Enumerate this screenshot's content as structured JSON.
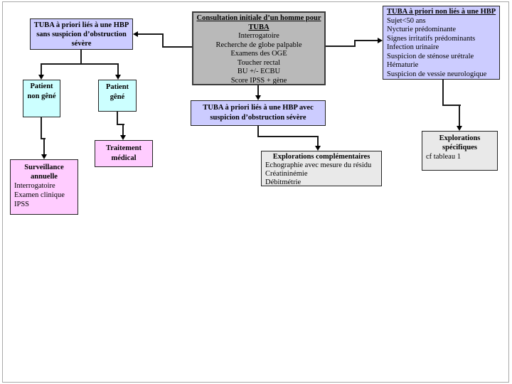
{
  "boxes": {
    "consultation": {
      "title": "Consultation initiale  d’un homme pour TUBA",
      "lines": [
        "Interrogatoire",
        "Recherche de globe palpable",
        "Examens des OGE",
        "Toucher rectal",
        "BU +/- ECBU",
        "Score IPSS + gène"
      ]
    },
    "tuba_hbp_sans_obstruction": {
      "title": "TUBA à priori liés à une HBP sans suspicion d’obstruction sévère"
    },
    "tuba_non_hbp": {
      "title": "TUBA à priori non liés à une HBP",
      "lines": [
        "Sujet<50 ans",
        "Nycturie prédominante",
        "Signes irritatifs prédominants",
        "Infection urinaire",
        "Suspicion de sténose urétrale",
        "Hématurie",
        "Suspicion de vessie neurologique"
      ]
    },
    "patient_non_gene": {
      "title": "Patient non gêné"
    },
    "patient_gene": {
      "title": "Patient gêné"
    },
    "traitement_medical": {
      "title": "Traitement médical"
    },
    "surveillance": {
      "title": "Surveillance annuelle",
      "lines": [
        "Interrogatoire",
        "Examen clinique",
        "IPSS"
      ]
    },
    "tuba_hbp_avec_obstruction": {
      "title": "TUBA à priori liés à une HBP avec suspicion d’obstruction sévère"
    },
    "explorations_complementaires": {
      "title": "Explorations complémentaires",
      "lines": [
        "Echographie avec mesure du résidu",
        "Créatininémie",
        "Débitmétrie"
      ]
    },
    "explorations_specifiques": {
      "title": "Explorations spécifiques",
      "lines": [
        "cf tableau 1"
      ]
    }
  },
  "colors": {
    "gray": "#b9b9b9",
    "lavender": "#ccccff",
    "cyan": "#ccffff",
    "pink": "#ffccff",
    "light_gray": "#e9e9e9"
  }
}
